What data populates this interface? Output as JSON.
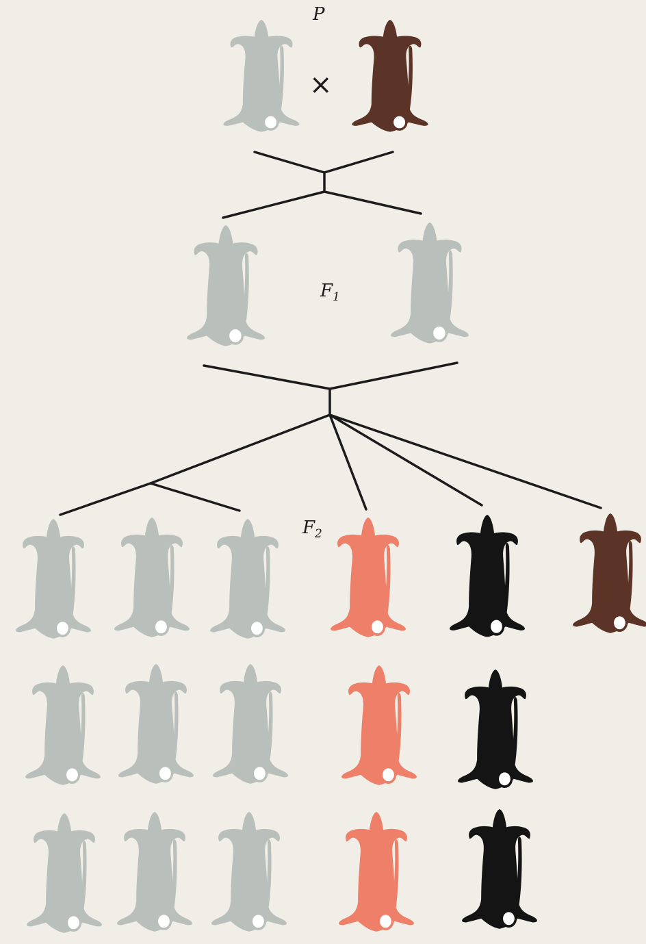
{
  "labels": {
    "parental": "P",
    "cross": "×",
    "f1_letter": "F",
    "f1_sub": "1",
    "f2_letter": "F",
    "f2_sub": "2"
  },
  "colors": {
    "background": "#f1eee7",
    "line": "#1c1c1c",
    "agouti": "#b9c0bb",
    "cinnamon": "#5c3327",
    "salmon": "#ee7f68",
    "black": "#141414",
    "tail_ring": "#ffffff"
  },
  "generations": {
    "P": [
      "agouti",
      "cinnamon"
    ],
    "F1": [
      "agouti",
      "agouti"
    ],
    "F2": {
      "agouti": 9,
      "black": 3,
      "salmon": 3,
      "cinnamon": 1
    }
  }
}
